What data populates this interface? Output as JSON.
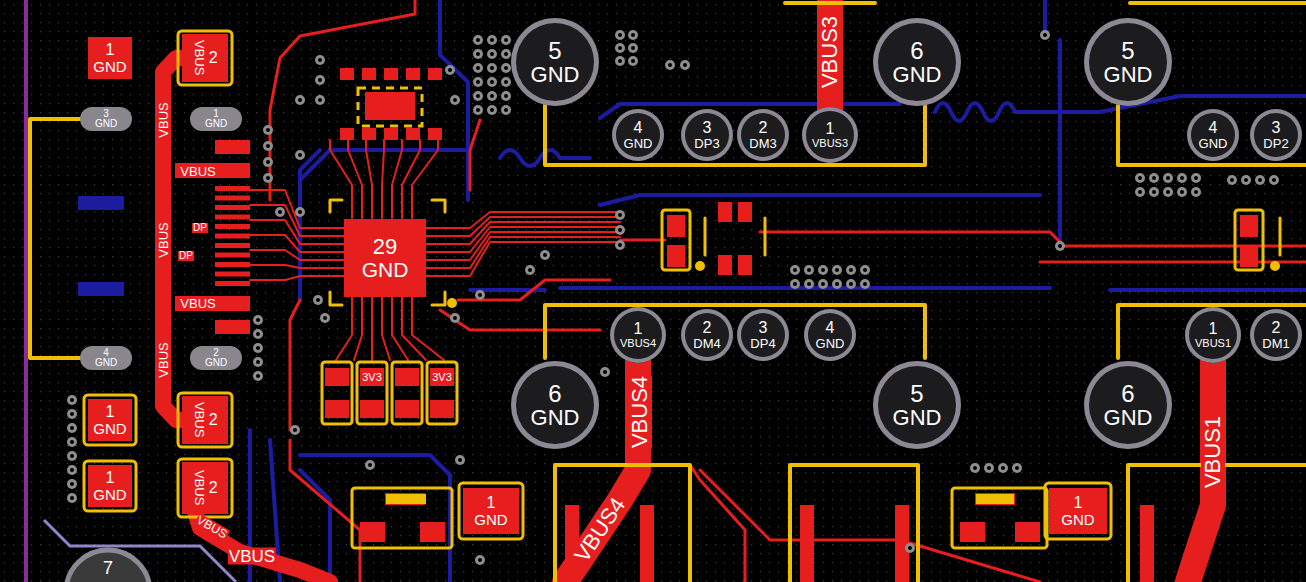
{
  "diagram": {
    "nodes": [
      {
        "text": [
          "1",
          "GND"
        ]
      },
      {
        "text": [
          "2",
          "VBUS"
        ]
      },
      {
        "text": [
          "3",
          "GND"
        ]
      },
      {
        "text": [
          "1",
          "GND"
        ]
      },
      {
        "text": [
          "4",
          "GND"
        ]
      },
      {
        "text": [
          "2",
          "GND"
        ]
      },
      {
        "text": [
          "1",
          "GND"
        ]
      },
      {
        "text": [
          "2",
          "VBUS"
        ]
      },
      {
        "text": [
          "1",
          "GND"
        ]
      },
      {
        "text": [
          "2",
          "VBUS"
        ]
      },
      {
        "text": [
          "29",
          "GND"
        ]
      },
      {
        "text": [
          "5",
          "GND"
        ]
      },
      {
        "text": [
          "4",
          "GND"
        ]
      },
      {
        "text": [
          "3",
          "DP3"
        ]
      },
      {
        "text": [
          "2",
          "DM3"
        ]
      },
      {
        "text": [
          "1",
          "VBUS3"
        ]
      },
      {
        "text": [
          "6",
          "GND"
        ]
      },
      {
        "text": [
          "5",
          "GND"
        ]
      },
      {
        "text": [
          "4",
          "GND"
        ]
      },
      {
        "text": [
          "3",
          "DP2"
        ]
      },
      {
        "text": [
          "1",
          "VBUS4"
        ]
      },
      {
        "text": [
          "2",
          "DM4"
        ]
      },
      {
        "text": [
          "3",
          "DP4"
        ]
      },
      {
        "text": [
          "4",
          "GND"
        ]
      },
      {
        "text": [
          "1",
          "VBUS1"
        ]
      },
      {
        "text": [
          "2",
          "DM1"
        ]
      },
      {
        "text": [
          "6",
          "GND"
        ]
      },
      {
        "text": [
          "5",
          "GND"
        ]
      },
      {
        "text": [
          "6",
          "GND"
        ]
      },
      {
        "text": [
          "1",
          "GND"
        ]
      },
      {
        "text": [
          "1",
          "GND"
        ]
      }
    ],
    "labels": [
      "VBUS3",
      "VBUS4",
      "VBUS1",
      "VBUS4",
      "VBUS",
      "DP",
      "DP",
      "VBUS",
      "VBUS",
      "VBUS",
      "VBUS",
      "VBUS",
      "VBUS",
      "3V3",
      "3V3",
      "7"
    ]
  }
}
